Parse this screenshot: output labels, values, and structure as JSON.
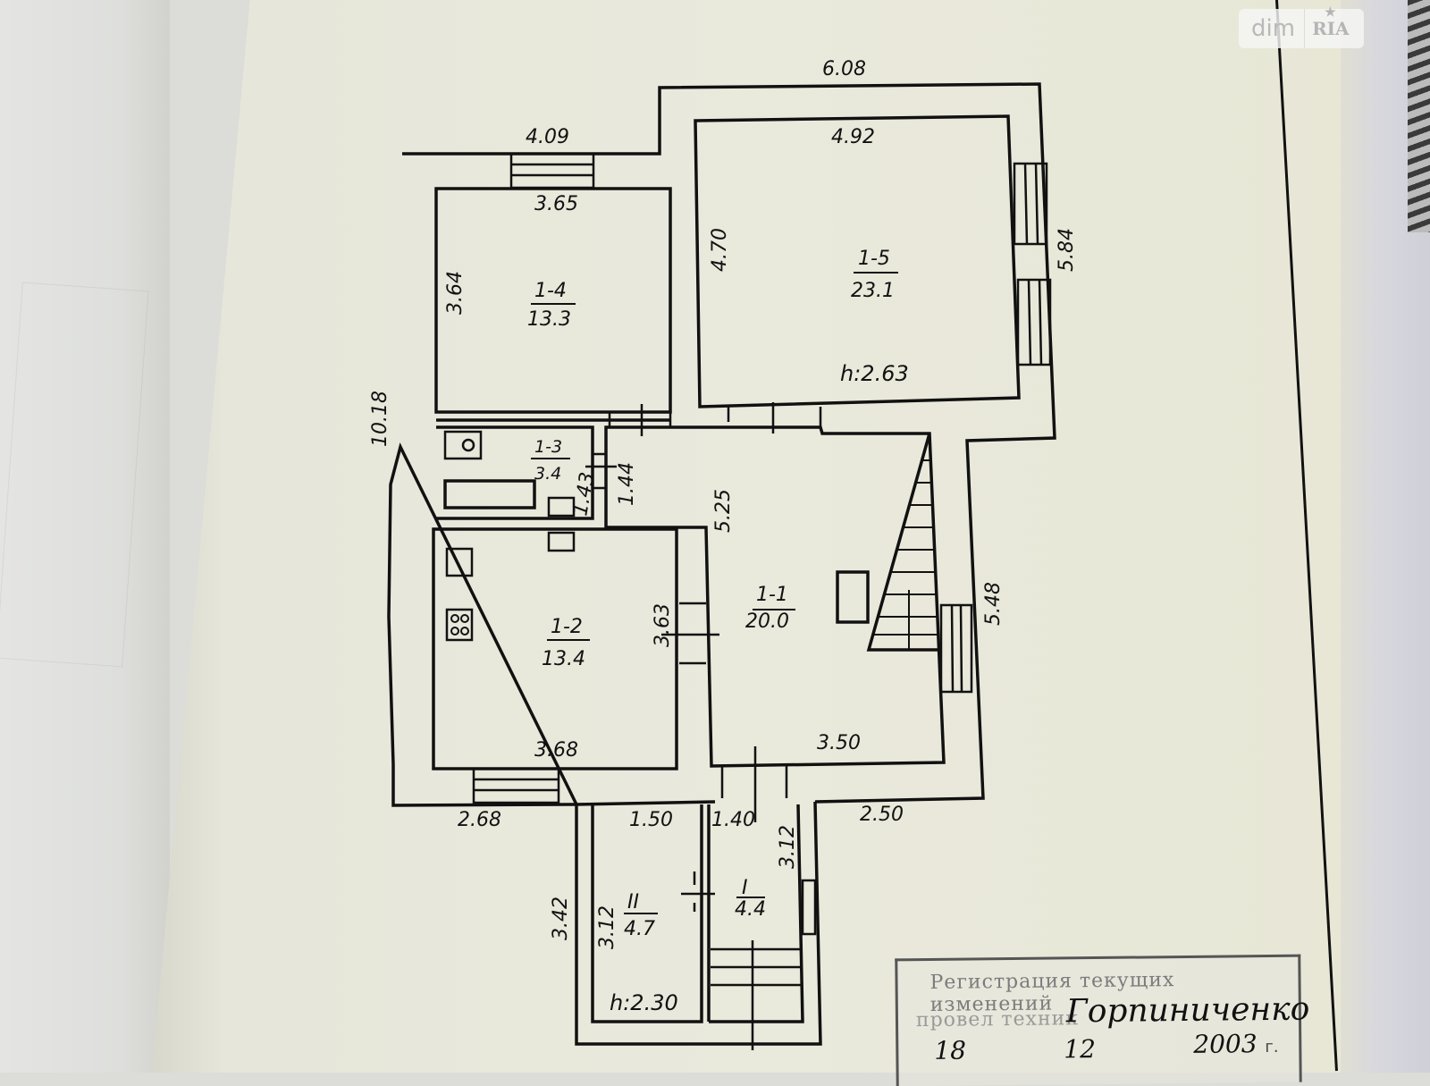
{
  "watermark": {
    "brand_left": "dim",
    "brand_right": "RIA"
  },
  "plan": {
    "rooms": [
      {
        "id": "1-1",
        "area": "20.0"
      },
      {
        "id": "1-2",
        "area": "13.4"
      },
      {
        "id": "1-3",
        "area": "3.4"
      },
      {
        "id": "1-4",
        "area": "13.3"
      },
      {
        "id": "1-5",
        "area": "23.1"
      },
      {
        "id": "I",
        "area": "4.4"
      },
      {
        "id": "II",
        "area": "4.7"
      }
    ],
    "ceiling_heights": {
      "main": "h:2.63",
      "annex": "h:2.30"
    },
    "dimensions": {
      "outer_top_right": "6.08",
      "outer_top_left": "4.09",
      "outer_left": "10.18",
      "outer_right_upper": "5.84",
      "outer_right_lower": "5.48",
      "outer_bottom_left": "2.68",
      "outer_bottom_right": "2.50",
      "annex_outer_left": "3.42",
      "room_1_4_width": "3.65",
      "room_1_4_height": "3.64",
      "room_1_5_width": "4.92",
      "room_1_5_height": "4.70",
      "room_1_3_height": "1.43",
      "corridor_width": "1.44",
      "room_1_1_height": "5.25",
      "room_1_1_width": "3.50",
      "room_1_2_height": "3.63",
      "room_1_2_width": "3.68",
      "room_II_width": "1.50",
      "room_II_height": "3.12",
      "room_I_width": "1.40",
      "room_I_height": "3.12"
    }
  },
  "stamp": {
    "line1": "Регистрация текущих изменений",
    "line2": "провел техник",
    "signature": "Горпиниченко",
    "day": "18",
    "month": "12",
    "year": "2003",
    "year_suffix": "г."
  }
}
